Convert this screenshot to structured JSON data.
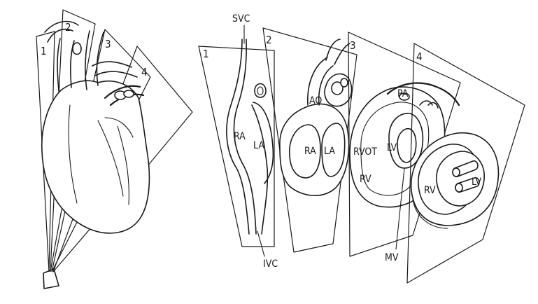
{
  "plane_numbers": {
    "left": [
      "1",
      "2",
      "3",
      "4"
    ],
    "right": [
      "1",
      "2",
      "3",
      "4"
    ]
  },
  "labels": {
    "svc": "SVC",
    "ivc": "IVC",
    "ao": "AO",
    "pa": "PA",
    "mv": "MV",
    "ra_1": "RA",
    "la_1": "LA",
    "ra_2": "RA",
    "la_2": "LA",
    "rvot": "RVOT",
    "lv_3": "LV",
    "rv_3": "RV",
    "rv_4": "RV",
    "lv_4": "LV"
  }
}
